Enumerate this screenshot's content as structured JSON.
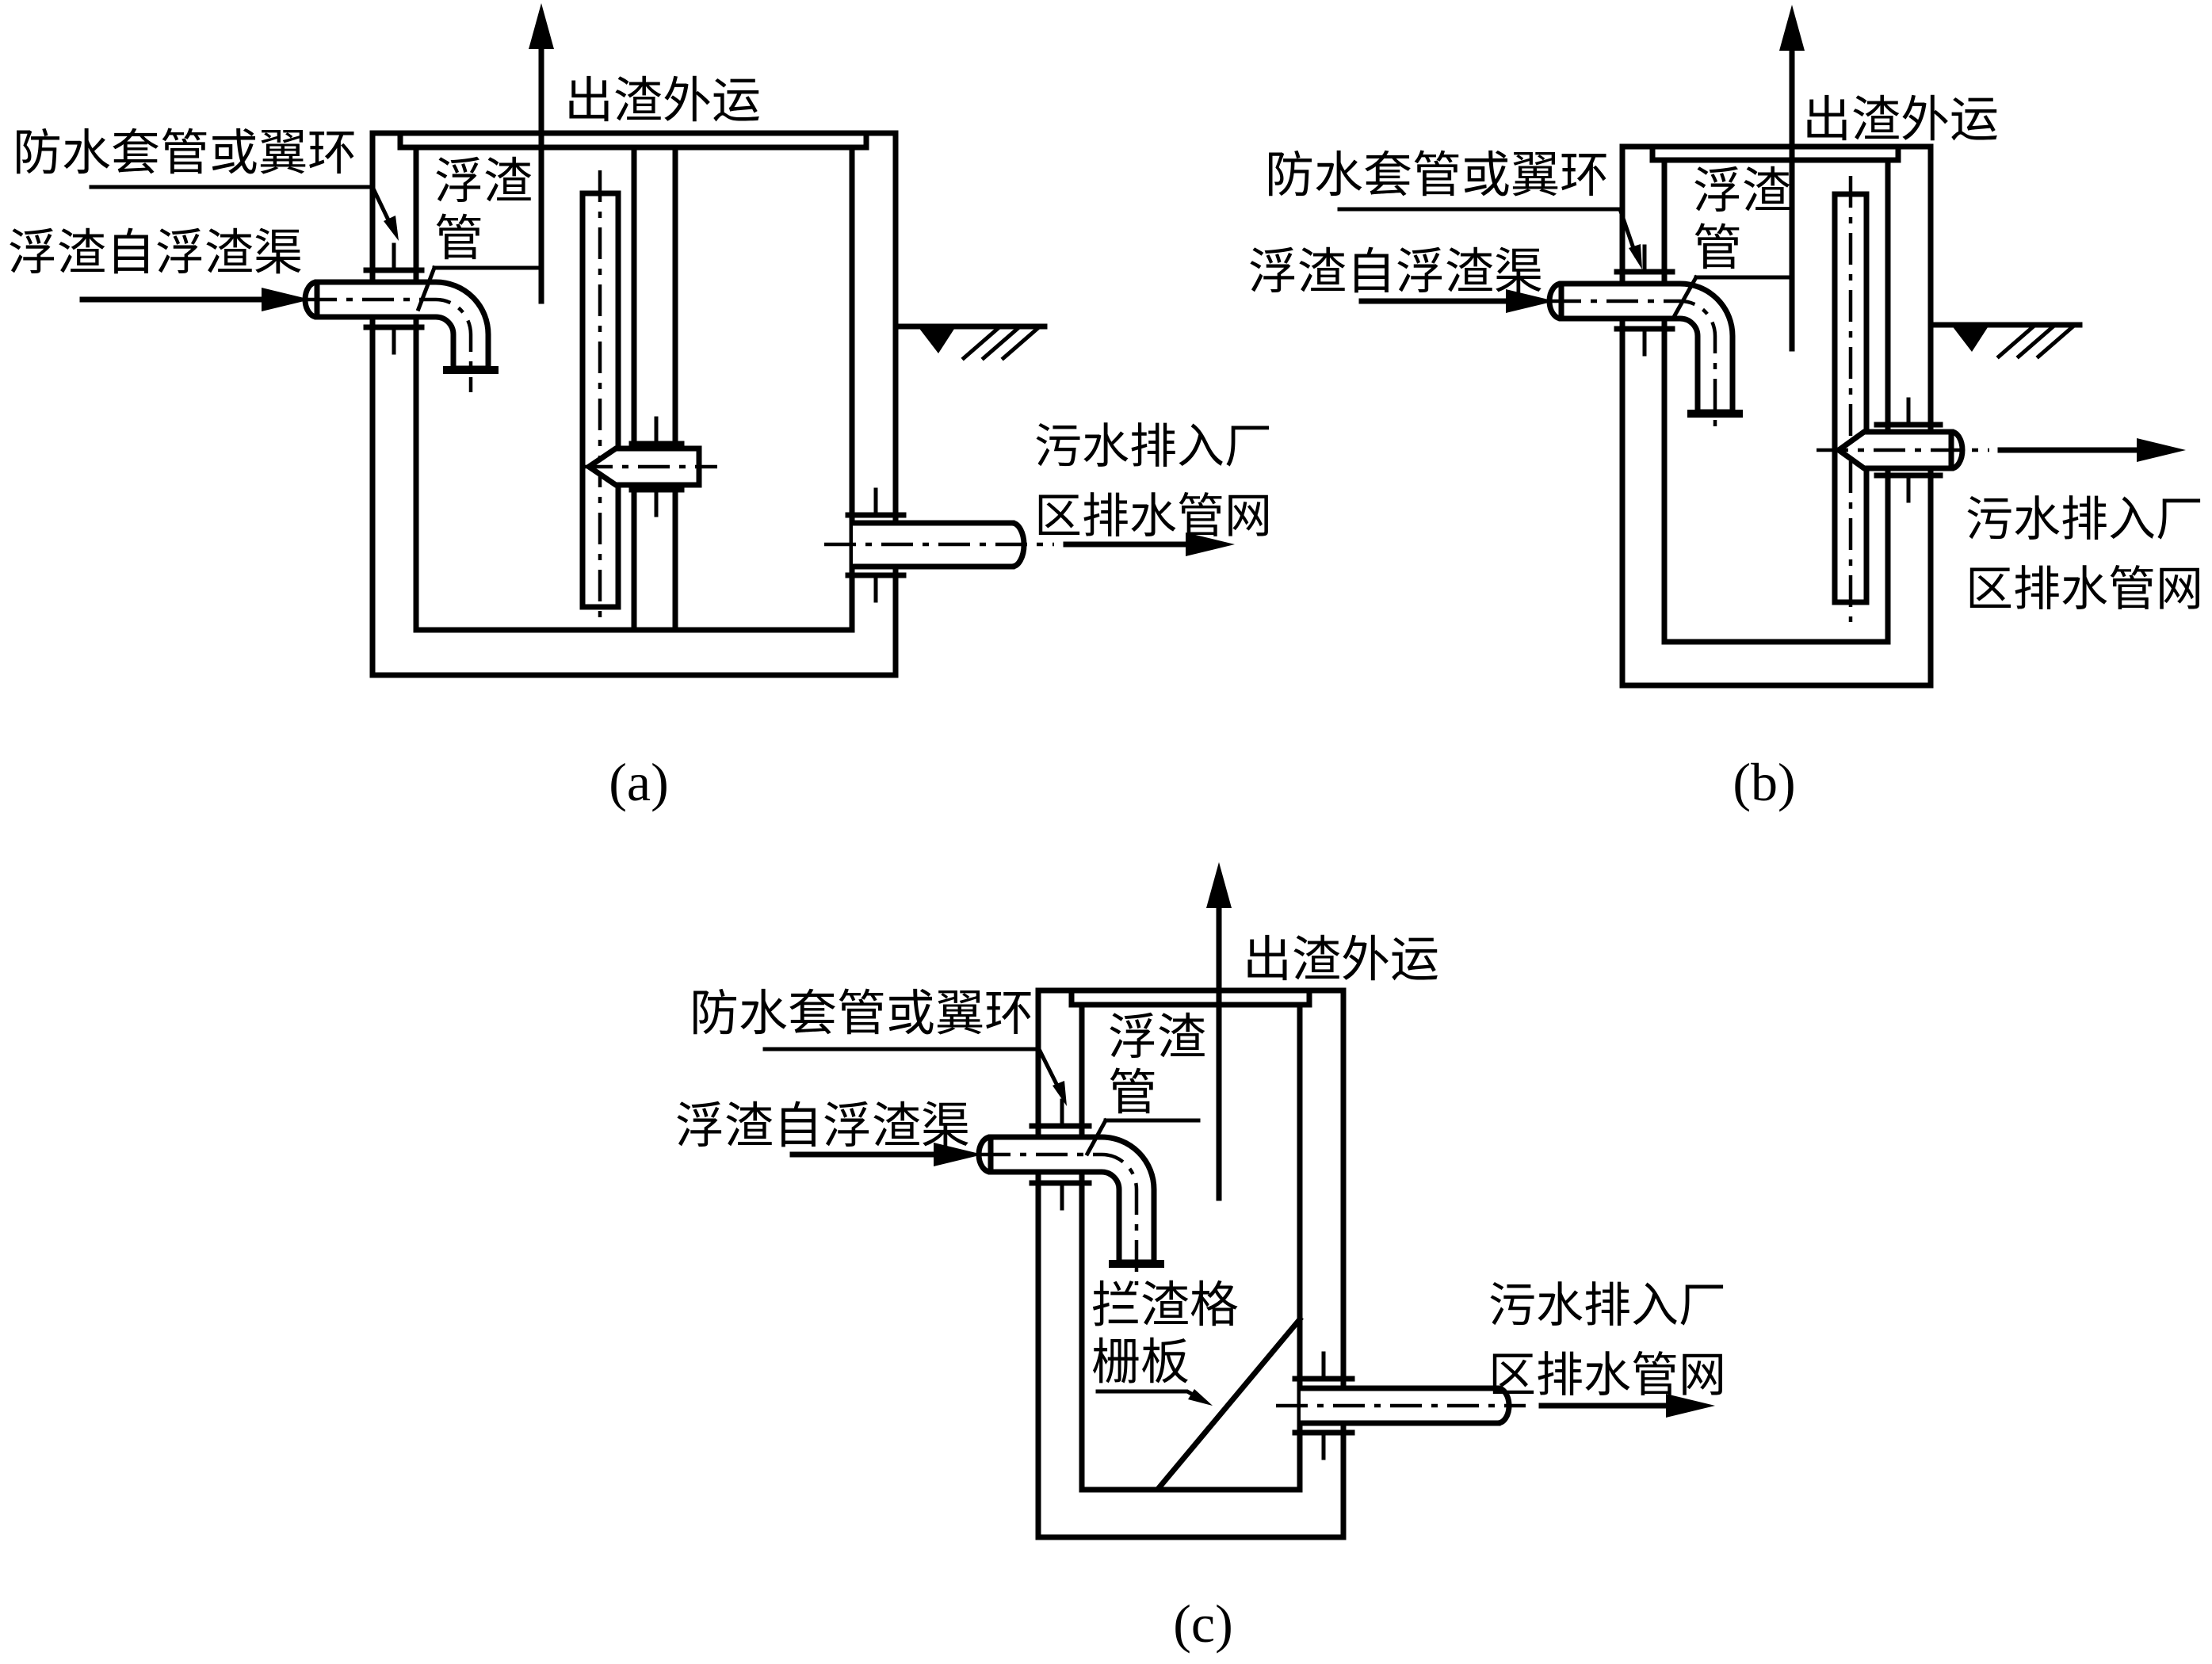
{
  "figure": {
    "background": "#ffffff",
    "line_color": "#000000"
  },
  "diagrams": {
    "a": {
      "caption": "(a)",
      "labels": {
        "slag_out": "出渣外运",
        "sleeve": "防水套管或翼环",
        "inflow": "浮渣自浮渣渠",
        "scum_pipe": [
          "浮渣",
          "管"
        ],
        "outflow": [
          "污水排入厂",
          "区排水管网"
        ]
      }
    },
    "b": {
      "caption": "(b)",
      "labels": {
        "slag_out": "出渣外运",
        "sleeve": "防水套管或翼环",
        "inflow": "浮渣自浮渣渠",
        "scum_pipe": [
          "浮渣",
          "管"
        ],
        "outflow": [
          "污水排入厂",
          "区排水管网"
        ]
      }
    },
    "c": {
      "caption": "(c)",
      "labels": {
        "slag_out": "出渣外运",
        "sleeve": "防水套管或翼环",
        "inflow": "浮渣自浮渣渠",
        "scum_pipe": [
          "浮渣",
          "管"
        ],
        "grid_plate": [
          "拦渣格",
          "栅板"
        ],
        "outflow": [
          "污水排入厂",
          "区排水管网"
        ]
      }
    }
  }
}
